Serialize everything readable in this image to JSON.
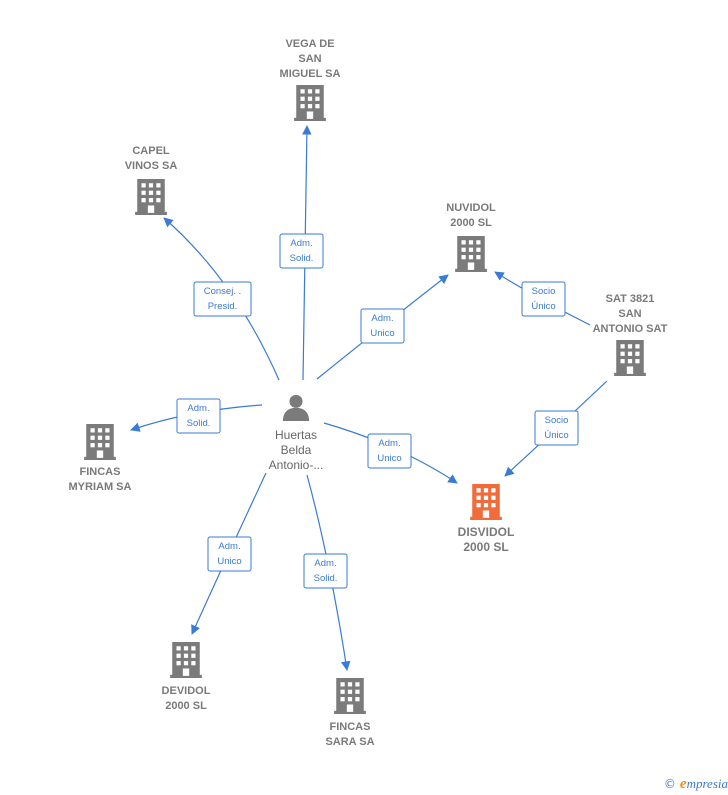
{
  "nodes": [
    {
      "id": "person",
      "type": "person",
      "lines": [
        "Huertas",
        "Belda",
        "Antonio-..."
      ]
    },
    {
      "id": "vega",
      "type": "company",
      "lines": [
        "VEGA DE",
        "SAN",
        "MIGUEL SA"
      ]
    },
    {
      "id": "capel",
      "type": "company",
      "lines": [
        "CAPEL",
        "VINOS SA"
      ]
    },
    {
      "id": "nuvidol",
      "type": "company",
      "lines": [
        "NUVIDOL",
        "2000  SL"
      ]
    },
    {
      "id": "sat3821",
      "type": "company",
      "lines": [
        "SAT 3821",
        "SAN",
        "ANTONIO SAT"
      ]
    },
    {
      "id": "disvidol",
      "type": "company-main",
      "lines": [
        "DISVIDOL",
        "2000  SL"
      ]
    },
    {
      "id": "myriam",
      "type": "company",
      "lines": [
        "FINCAS",
        "MYRIAM SA"
      ]
    },
    {
      "id": "devidol",
      "type": "company",
      "lines": [
        "DEVIDOL",
        "2000  SL"
      ]
    },
    {
      "id": "sara",
      "type": "company",
      "lines": [
        "FINCAS",
        "SARA SA"
      ]
    }
  ],
  "edges": [
    {
      "from": "person",
      "to": "vega",
      "label": [
        "Adm.",
        "Solid."
      ]
    },
    {
      "from": "person",
      "to": "capel",
      "label": [
        "Consej. .",
        "Presid."
      ]
    },
    {
      "from": "person",
      "to": "nuvidol",
      "label": [
        "Adm.",
        "Unico"
      ]
    },
    {
      "from": "person",
      "to": "myriam",
      "label": [
        "Adm.",
        "Solid."
      ]
    },
    {
      "from": "person",
      "to": "disvidol",
      "label": [
        "Adm.",
        "Unico"
      ]
    },
    {
      "from": "person",
      "to": "devidol",
      "label": [
        "Adm.",
        "Unico"
      ]
    },
    {
      "from": "person",
      "to": "sara",
      "label": [
        "Adm.",
        "Solid."
      ]
    },
    {
      "from": "sat3821",
      "to": "nuvidol",
      "label": [
        "Socio",
        "Único"
      ]
    },
    {
      "from": "sat3821",
      "to": "disvidol",
      "label": [
        "Socio",
        "Único"
      ]
    }
  ],
  "colors": {
    "company": "#7b7b7b",
    "company_main": "#f26b3a",
    "person": "#7b7b7b",
    "edge": "#3a7bd5",
    "brand_e": "#f08c1e"
  },
  "footer": {
    "copyright": "©",
    "brand_initial": "e",
    "brand_rest": "mpresia"
  }
}
